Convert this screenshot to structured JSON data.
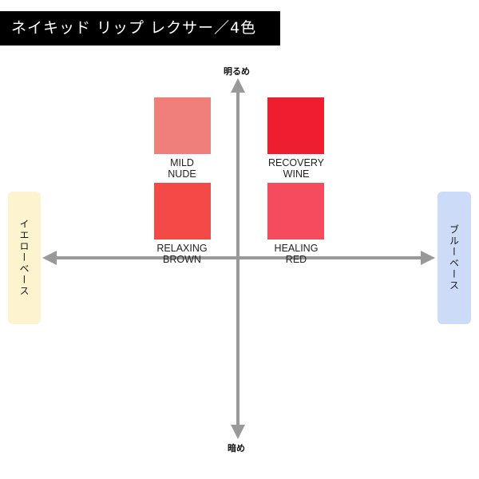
{
  "title": "ネイキッド リップ レクサー／4色",
  "axes": {
    "top": "明るめ",
    "bottom": "暗め",
    "left": "イエローベース",
    "right": "ブルーベース"
  },
  "colors": {
    "axis": "#999999",
    "yellow_base_bg": "#fdf3cf",
    "blue_base_bg": "#ccdbf7"
  },
  "shades": [
    {
      "line1": "MILD",
      "line2": "NUDE",
      "color": "#f07e7a"
    },
    {
      "line1": "RECOVERY",
      "line2": "WINE",
      "color": "#ee1d2f"
    },
    {
      "line1": "RELAXING",
      "line2": "BROWN",
      "color": "#f44a47"
    },
    {
      "line1": "HEALING",
      "line2": "RED",
      "color": "#f64b5e"
    }
  ]
}
